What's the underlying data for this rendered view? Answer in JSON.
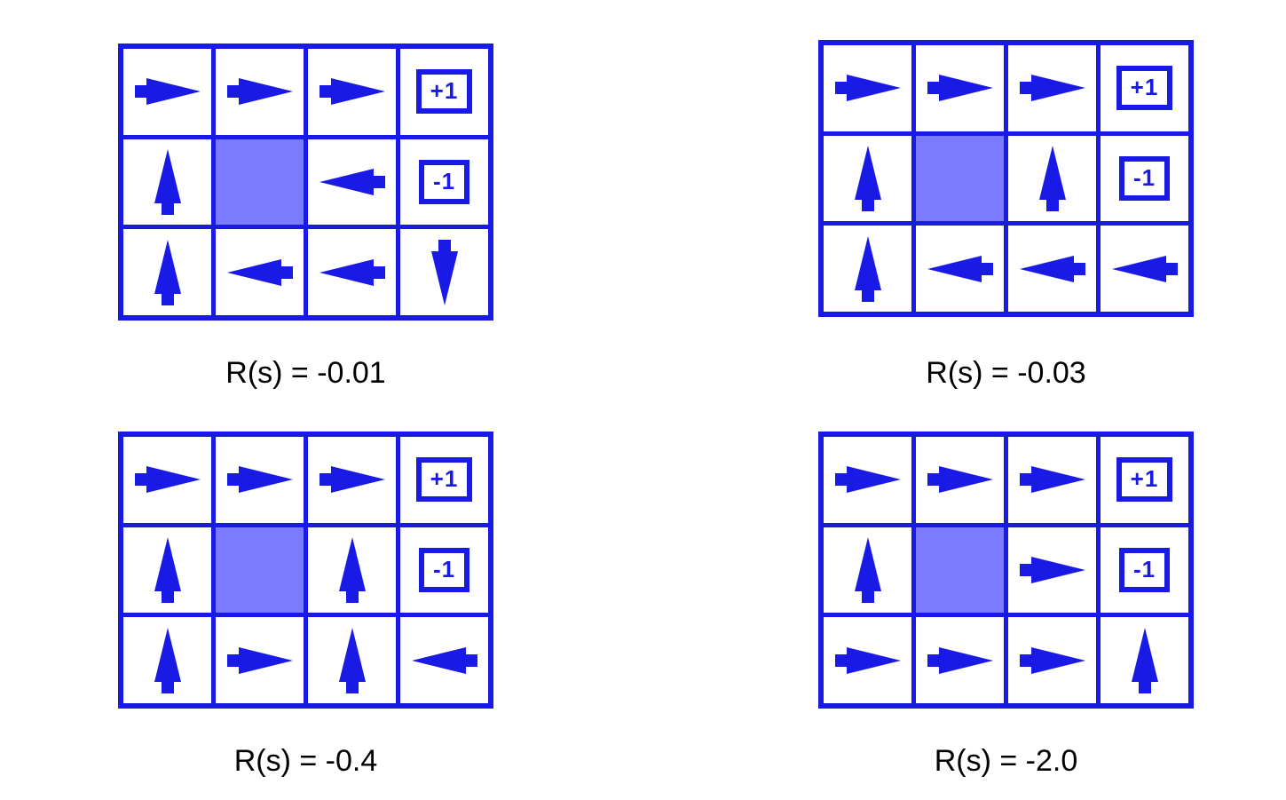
{
  "colors": {
    "blue": "#1a1ae6",
    "wall": "#7b7bff",
    "background": "#ffffff",
    "caption_text": "#000000"
  },
  "figure": {
    "type": "gridworld-policy-diagrams",
    "grid_rows": 3,
    "grid_cols": 4,
    "wall_cell": [
      1,
      1
    ],
    "terminal_positive": {
      "cell": [
        0,
        3
      ],
      "label": "+1"
    },
    "terminal_negative": {
      "cell": [
        1,
        3
      ],
      "label": "-1"
    }
  },
  "panels": [
    {
      "id": "panel-r-0-01",
      "caption": "R(s) = -0.01",
      "reward": -0.01,
      "policy": [
        [
          "right",
          "right",
          "right",
          "terminal-plus"
        ],
        [
          "up",
          "wall",
          "left",
          "terminal-minus"
        ],
        [
          "up",
          "left",
          "left",
          "down"
        ]
      ]
    },
    {
      "id": "panel-r-0-03",
      "caption": "R(s) = -0.03",
      "reward": -0.03,
      "policy": [
        [
          "right",
          "right",
          "right",
          "terminal-plus"
        ],
        [
          "up",
          "wall",
          "up",
          "terminal-minus"
        ],
        [
          "up",
          "left",
          "left",
          "left"
        ]
      ]
    },
    {
      "id": "panel-r-0-4",
      "caption": "R(s) = -0.4",
      "reward": -0.4,
      "policy": [
        [
          "right",
          "right",
          "right",
          "terminal-plus"
        ],
        [
          "up",
          "wall",
          "up",
          "terminal-minus"
        ],
        [
          "up",
          "right",
          "up",
          "left"
        ]
      ]
    },
    {
      "id": "panel-r-2-0",
      "caption": "R(s) = -2.0",
      "reward": -2.0,
      "policy": [
        [
          "right",
          "right",
          "right",
          "terminal-plus"
        ],
        [
          "up",
          "wall",
          "right",
          "terminal-minus"
        ],
        [
          "right",
          "right",
          "right",
          "up"
        ]
      ]
    }
  ],
  "terminal_labels": {
    "plus": "+1",
    "minus": "-1"
  }
}
